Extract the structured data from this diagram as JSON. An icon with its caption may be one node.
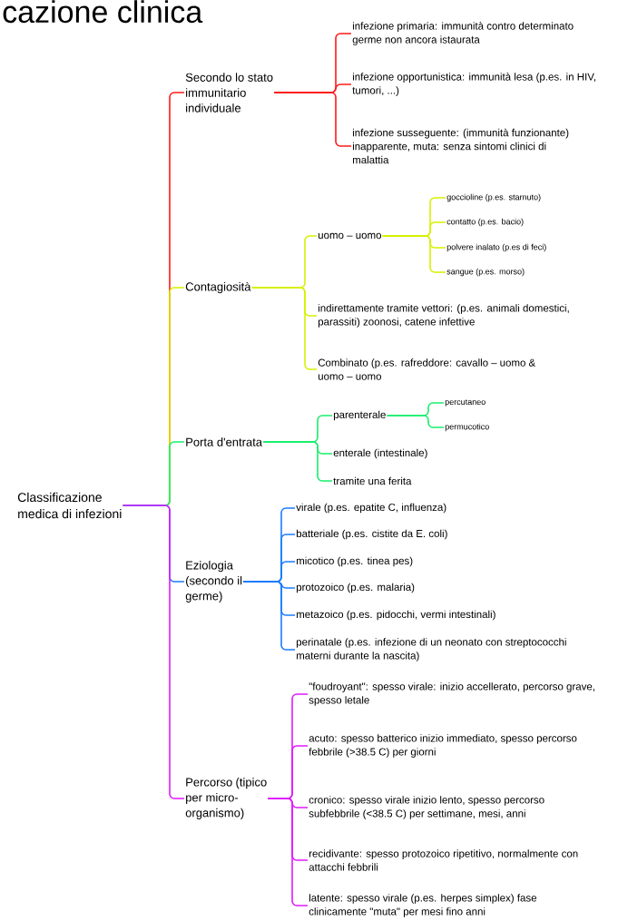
{
  "diagram": {
    "title": "cazione clinica",
    "nodes": [
      {
        "text": [
          "Classificazione medica di infezioni"
        ]
      },
      {
        "text": [
          "Secondo lo stato immunitario individuale"
        ]
      },
      {
        "text": [
          "infezione primaria: immunità contro determinato germe non ancora istaurata"
        ]
      },
      {
        "text": [
          "infezione opportunistica: immunità lesa (p.es. in HIV, tumori, ...)"
        ]
      },
      {
        "text": [
          "infezione susseguente: (immunità funzionante) inapparente, muta: senza sintomi clinici di malattia"
        ]
      },
      {
        "text": [
          "Contagiosità"
        ]
      },
      {
        "text": [
          "uomo – uomo"
        ]
      },
      {
        "text": [
          "goccioline (p.es. starnuto)"
        ]
      },
      {
        "text": [
          "contatto (p.es. bacio)"
        ]
      },
      {
        "text": [
          "polvere inalato (p.es di feci)"
        ]
      },
      {
        "text": [
          "sangue (p.es. morso)"
        ]
      },
      {
        "text": [
          "indirettamente tramite vettori: (p.es. animali domestici, parassiti) zoonosi, catene infettive"
        ]
      },
      {
        "text": [
          "Combinato (p.es. rafreddore: cavallo – uomo & uomo – uomo"
        ]
      },
      {
        "text": [
          "Porta d'entrata"
        ]
      },
      {
        "text": [
          "parenterale"
        ]
      },
      {
        "text": [
          "percutaneo"
        ]
      },
      {
        "text": [
          "permucotico"
        ]
      },
      {
        "text": [
          "enterale (intestinale)"
        ]
      },
      {
        "text": [
          "tramite una ferita"
        ]
      },
      {
        "text": [
          "Eziologia (secondo il germe)"
        ]
      },
      {
        "text": [
          "virale (p.es. epatite C, influenza)"
        ]
      },
      {
        "text": [
          "batteriale (p.es. cistite da E. coli)"
        ]
      },
      {
        "text": [
          "micotico (p.es. tinea pes)"
        ]
      },
      {
        "text": [
          "protozoico (p.es. malaria)"
        ]
      },
      {
        "text": [
          "metazoico (p.es. pidocchi, vermi intestinali)"
        ]
      },
      {
        "text": [
          "perinatale (p.es. infezione di un neonato con streptococchi materni durante la nascita)"
        ]
      },
      {
        "text": [
          "Percorso (tipico per micro-organismo)"
        ]
      },
      {
        "text": [
          "\"foudroyant\": spesso virale: inizio accellerato, percorso grave, spesso letale"
        ]
      },
      {
        "text": [
          "acuto: spesso batterico inizio immediato, spesso percorso febbrile (>38.5 C) per giorni"
        ]
      },
      {
        "text": [
          "cronico: spesso virale inizio lento, spesso percorso subfebbrile (<38.5 C) per settimane, mesi, anni"
        ]
      },
      {
        "text": [
          "recidivante: spesso protozoico ripetitivo, normalmente con attacchi febbrili"
        ]
      },
      {
        "text": [
          "latente: spesso virale (p.es. herpes simplex) fase clinicamente \"muta\" per mesi fino anni"
        ]
      }
    ],
    "edges": [
      {
        "from": 0,
        "to": 1,
        "arrow": "none",
        "color": "#ff1a1a"
      },
      {
        "from": 1,
        "to": 2,
        "arrow": "none",
        "color": "#ff1a1a"
      },
      {
        "from": 1,
        "to": 3,
        "arrow": "none",
        "color": "#ff1a1a"
      },
      {
        "from": 1,
        "to": 4,
        "arrow": "none",
        "color": "#ff1a1a"
      },
      {
        "from": 0,
        "to": 5,
        "arrow": "none",
        "color": "#d8f000"
      },
      {
        "from": 5,
        "to": 6,
        "arrow": "none",
        "color": "#d8f000"
      },
      {
        "from": 6,
        "to": 7,
        "arrow": "none",
        "color": "#d8f000"
      },
      {
        "from": 6,
        "to": 8,
        "arrow": "none",
        "color": "#d8f000"
      },
      {
        "from": 6,
        "to": 9,
        "arrow": "none",
        "color": "#d8f000"
      },
      {
        "from": 6,
        "to": 10,
        "arrow": "none",
        "color": "#d8f000"
      },
      {
        "from": 5,
        "to": 11,
        "arrow": "none",
        "color": "#d8f000"
      },
      {
        "from": 5,
        "to": 12,
        "arrow": "none",
        "color": "#d8f000"
      },
      {
        "from": 0,
        "to": 13,
        "arrow": "none",
        "color": "#1aee6e"
      },
      {
        "from": 13,
        "to": 14,
        "arrow": "none",
        "color": "#1aee6e"
      },
      {
        "from": 14,
        "to": 15,
        "arrow": "none",
        "color": "#1aee6e"
      },
      {
        "from": 14,
        "to": 16,
        "arrow": "none",
        "color": "#1aee6e"
      },
      {
        "from": 13,
        "to": 17,
        "arrow": "none",
        "color": "#1aee6e"
      },
      {
        "from": 13,
        "to": 18,
        "arrow": "none",
        "color": "#1aee6e"
      },
      {
        "from": 0,
        "to": 19,
        "arrow": "none",
        "color": "#1a7cff"
      },
      {
        "from": 19,
        "to": 20,
        "arrow": "none",
        "color": "#1a7cff"
      },
      {
        "from": 19,
        "to": 21,
        "arrow": "none",
        "color": "#1a7cff"
      },
      {
        "from": 19,
        "to": 22,
        "arrow": "none",
        "color": "#1a7cff"
      },
      {
        "from": 19,
        "to": 23,
        "arrow": "none",
        "color": "#1a7cff"
      },
      {
        "from": 19,
        "to": 24,
        "arrow": "none",
        "color": "#1a7cff"
      },
      {
        "from": 19,
        "to": 25,
        "arrow": "none",
        "color": "#1a7cff"
      },
      {
        "from": 0,
        "to": 26,
        "arrow": "none",
        "color": "#e01aff"
      },
      {
        "from": 26,
        "to": 27,
        "arrow": "none",
        "color": "#e01aff"
      },
      {
        "from": 26,
        "to": 28,
        "arrow": "none",
        "color": "#e01aff"
      },
      {
        "from": 26,
        "to": 29,
        "arrow": "none",
        "color": "#e01aff"
      },
      {
        "from": 26,
        "to": 30,
        "arrow": "none",
        "color": "#e01aff"
      },
      {
        "from": 26,
        "to": 31,
        "arrow": "none",
        "color": "#e01aff"
      }
    ]
  }
}
